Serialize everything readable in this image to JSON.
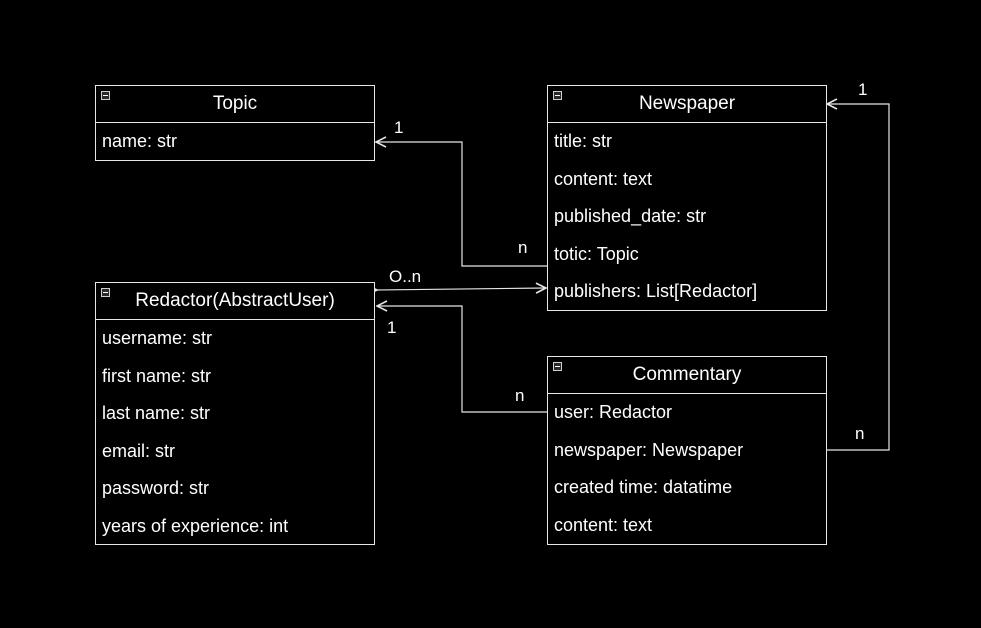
{
  "classes": {
    "topic": {
      "name": "Topic",
      "attributes": [
        "name: str"
      ]
    },
    "newspaper": {
      "name": "Newspaper",
      "attributes": [
        "title: str",
        "content: text",
        "published_date: str",
        "totic: Topic",
        "publishers: List[Redactor]"
      ]
    },
    "redactor": {
      "name": "Redactor(AbstractUser)",
      "attributes": [
        "username: str",
        "first name: str",
        "last name: str",
        "email: str",
        "password: str",
        "years of experience: int"
      ]
    },
    "commentary": {
      "name": "Commentary",
      "attributes": [
        "user: Redactor",
        "newspaper: Newspaper",
        "created time: datatime",
        "content: text"
      ]
    }
  },
  "relations": {
    "topic_newspaper": {
      "source_mult": "1",
      "target_mult": "n"
    },
    "redactor_newspaper": {
      "mult": "O..n"
    },
    "redactor_commentary": {
      "source_mult": "1",
      "target_mult": "n"
    },
    "newspaper_commentary": {
      "source_mult": "1",
      "target_mult": "n"
    }
  },
  "colors": {
    "background": "#000000",
    "line": "#e6e6e6",
    "text": "#ffffff"
  }
}
